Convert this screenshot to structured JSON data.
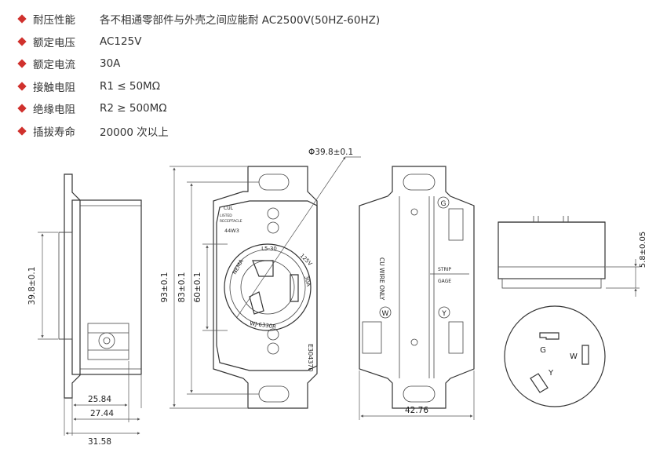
{
  "specs": [
    {
      "label": "耐压性能",
      "value": "各不相通零部件与外壳之间应能耐 AC2500V(50HZ-60HZ)"
    },
    {
      "label": "额定电压",
      "value": "AC125V"
    },
    {
      "label": "额定电流",
      "value": "30A"
    },
    {
      "label": "接触电阻",
      "value": "R1 ≤ 50MΩ"
    },
    {
      "label": "绝缘电阻",
      "value": "R2 ≥ 500MΩ"
    },
    {
      "label": "插拔寿命",
      "value": "20000 次以上"
    }
  ],
  "dimensions": {
    "diameter": "Φ39.8±0.1",
    "side_height": "39.8±0.1",
    "front_total": "93±0.1",
    "front_mid": "83±0.1",
    "front_inner": "60±0.1",
    "bottom_a": "25.84",
    "bottom_b": "27.44",
    "bottom_c": "31.58",
    "back_width": "42.76",
    "right_height": "5.8±0.05"
  },
  "face_labels": {
    "brand": "CUL",
    "listed": "LISTED",
    "recept": "RECEPTACLE",
    "model_small": "44W3",
    "rating_top": "L5-30",
    "rating_right1": "125V",
    "rating_right2": "30A",
    "nema": "NEMA",
    "catalog": "WJ-6330R",
    "code": "E304370"
  },
  "back_labels": {
    "cu_wire": "CU WIRE ONLY",
    "strip": "STRIP",
    "gage": "GAGE",
    "ground_mark": "G",
    "white_mark": "W",
    "y_mark": "Y"
  },
  "plug_labels": {
    "g": "G",
    "w": "W",
    "y": "Y"
  },
  "colors": {
    "bullet": "#d0312d",
    "line": "#333333"
  }
}
